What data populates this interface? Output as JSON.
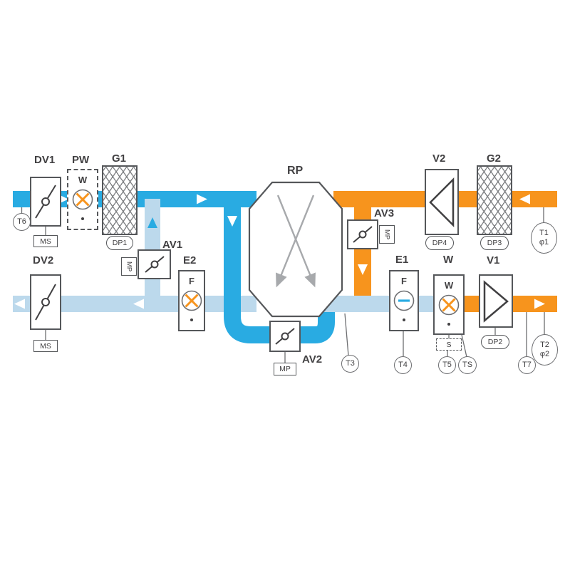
{
  "colors": {
    "supply": "#29abe2",
    "extract": "#f7941d",
    "exhaust": "#bcd9ec",
    "outline": "#55575a",
    "label": "#414042",
    "hx": "#a7a9ac"
  },
  "labels": {
    "dv1": "DV1",
    "pw": "PW",
    "g1": "G1",
    "rp": "RP",
    "v2": "V2",
    "g2": "G2",
    "dv2": "DV2",
    "av1": "AV1",
    "e2": "E2",
    "av2": "AV2",
    "av3": "AV3",
    "e1": "E1",
    "w": "W",
    "v1": "V1"
  },
  "inner": {
    "pw": "W",
    "e2": "F",
    "e1": "F",
    "w": "W"
  },
  "tags": {
    "ms1": "MS",
    "ms2": "MS",
    "dp1": "DP1",
    "dp2": "DP2",
    "dp3": "DP3",
    "dp4": "DP4",
    "mp_av1": "MP",
    "mp_av2": "MP",
    "mp_av3": "MP",
    "s": "S"
  },
  "sensors": {
    "t6": "T6",
    "t3": "T3",
    "t4": "T4",
    "t5": "T5",
    "ts": "TS",
    "t7": "T7",
    "t1": "T1",
    "phi1": "φ1",
    "t2": "T2",
    "phi2": "φ2"
  }
}
